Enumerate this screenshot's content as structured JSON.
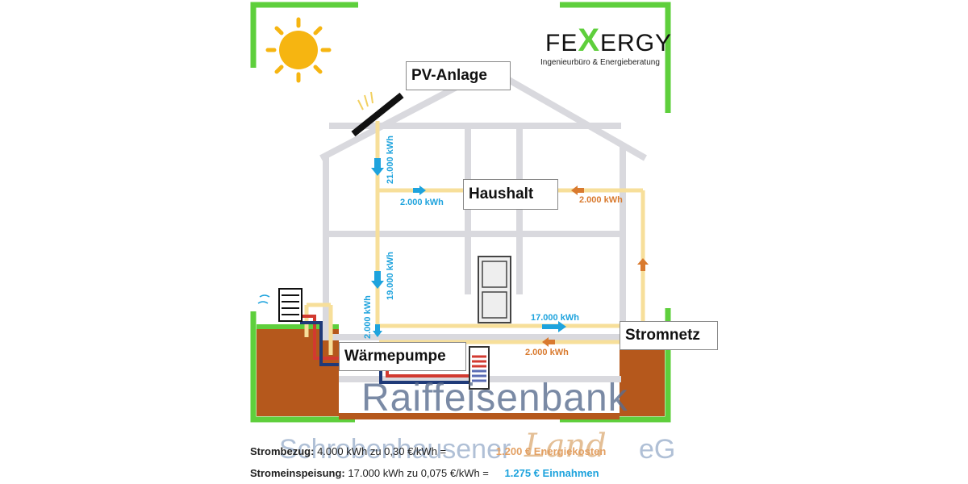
{
  "logo": {
    "name_pre": "FE",
    "name_x": "X",
    "name_post": "ERGY",
    "subtitle": "Ingenieurbüro & Energieberatung"
  },
  "labels": {
    "pv": "PV-Anlage",
    "household": "Haushalt",
    "grid": "Stromnetz",
    "heatpump": "Wärmepumpe"
  },
  "flows": {
    "pv_total": "21.000 kWh",
    "to_household": "2.000 kWh",
    "grid_to_household": "2.000 kWh",
    "pv_down": "19.000 kWh",
    "to_heatpump": "2.000 kWh",
    "to_grid": "17.000 kWh",
    "grid_to_heatpump": "2.000 kWh"
  },
  "watermark": {
    "line1": "Raiffeisenbank",
    "line2a": "Schrobenhausener",
    "line2b": "Land",
    "line2c": "eG"
  },
  "summary": {
    "row1_label": "Strombezug:",
    "row1_text": "4.000 kWh zu 0,30 €/kWh =",
    "row1_result": "1.200 € Energiekosten",
    "row2_label": "Stromeinspeisung:",
    "row2_text": "17.000 kWh zu 0,075 €/kWh =",
    "row2_result": "1.275 € Einnahmen"
  },
  "colors": {
    "green": "#5ecf3c",
    "house": "#d9d9de",
    "flow_yellow": "#f7df9a",
    "blue": "#1ea3dd",
    "orange": "#d97a2e",
    "soil": "#b5581c"
  }
}
